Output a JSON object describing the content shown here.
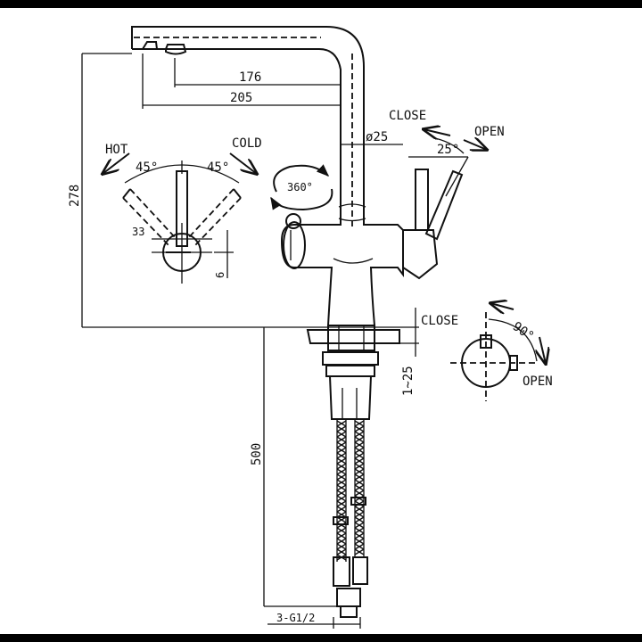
{
  "dimensions": {
    "spout_reach_inner": "176",
    "spout_reach_outer": "205",
    "height": "278",
    "spout_diameter": "ø25",
    "handle_offset": "33",
    "handle_depth": "6",
    "hose_length": "500",
    "mount_thickness": "1~25",
    "connection": "3-G1/2"
  },
  "labels": {
    "hot": "HOT",
    "cold": "COLD",
    "angle_hot": "45°",
    "angle_cold": "45°",
    "rotation": "360°",
    "close_top": "CLOSE",
    "open_top": "OPEN",
    "angle_lever": "25°",
    "close_bottom": "CLOSE",
    "open_bottom": "OPEN",
    "angle_valve": "90°"
  },
  "colors": {
    "ink": "#111111",
    "background": "#ffffff",
    "frame": "#000000"
  }
}
